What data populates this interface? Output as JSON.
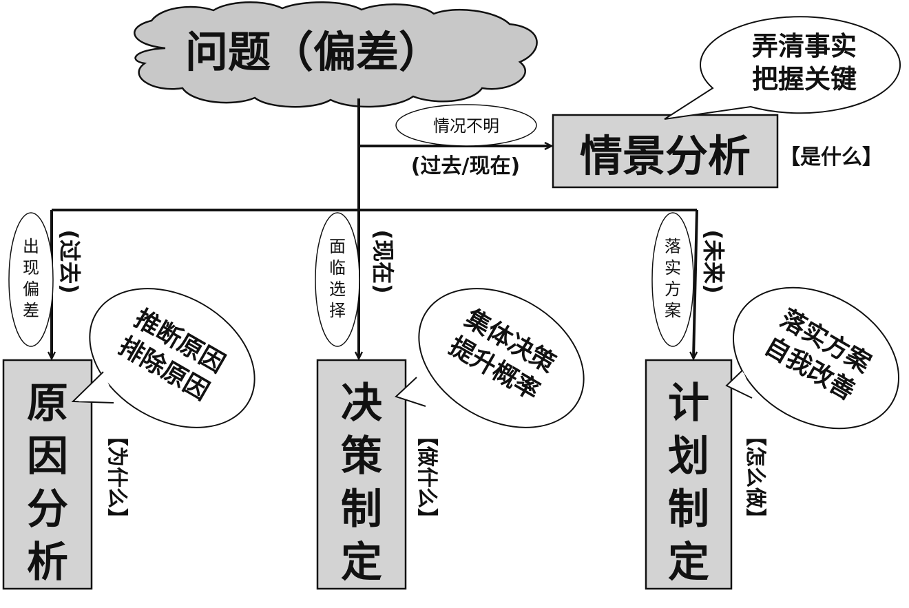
{
  "colors": {
    "box_fill": "#d3d3d3",
    "cloud_fill": "#c8c8c8",
    "cloud_edge": "#bfe3ea",
    "line": "#111111"
  },
  "problem": {
    "title": "问题（偏差）"
  },
  "situation": {
    "box_label": "情景分析",
    "question": "【是什么】",
    "condition": "情况不明",
    "time": "(过去/现在)",
    "callout": {
      "line1": "弄清事实",
      "line2": "把握关键"
    }
  },
  "branches": [
    {
      "box_label": "原因分析",
      "question": "【为什么】",
      "condition": "出现偏差",
      "time": "(过去)",
      "callout": {
        "line1": "推断原因",
        "line2": "排除原因"
      }
    },
    {
      "box_label": "决策制定",
      "question": "【做什么】",
      "condition": "面临选择",
      "time": "(现在)",
      "callout": {
        "line1": "集体决策",
        "line2": "提升概率"
      }
    },
    {
      "box_label": "计划制定",
      "question": "【怎么做】",
      "condition": "落实方案",
      "time": "(未来)",
      "callout": {
        "line1": "落实方案",
        "line2": "自我改善"
      }
    }
  ]
}
